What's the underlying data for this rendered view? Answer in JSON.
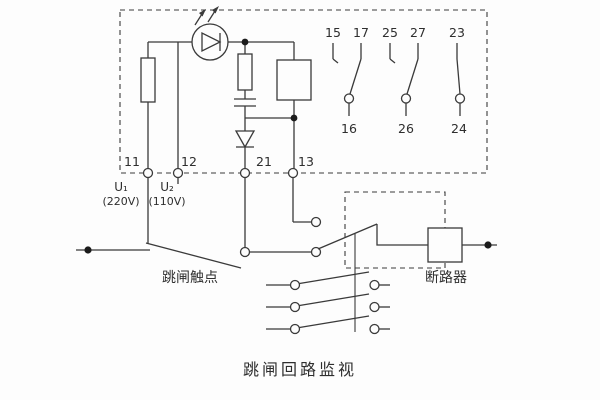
{
  "page": {
    "caption": "跳闸回路监视",
    "background": "#fdfdfd"
  },
  "colors": {
    "wire": "#3a3a3a",
    "dot": "#1b1b1b",
    "text": "#2e2e2e"
  },
  "monitor_unit": {
    "terminals": {
      "t11": "11",
      "t12": "12",
      "t21": "21",
      "t13": "13"
    },
    "inputs": {
      "u1": "U₁",
      "u1_voltage": "(220V)",
      "u2": "U₂",
      "u2_voltage": "(110V)"
    },
    "output_contacts": {
      "top": {
        "c15": "15",
        "c17": "17",
        "c25": "25",
        "c27": "27",
        "c23": "23"
      },
      "bottom": {
        "c16": "16",
        "c26": "26",
        "c24": "24"
      }
    },
    "symbols": [
      "led-indicator",
      "resistor",
      "resistor",
      "capacitor",
      "diode",
      "relay-coil"
    ]
  },
  "field_circuit": {
    "trip_contact_label": "跳闸触点",
    "breaker_label": "断路器",
    "symbols": [
      "trip-contact-switch",
      "breaker-aux-switch",
      "trip-coil",
      "aux-contact-row",
      "aux-contact-row",
      "aux-contact-row"
    ]
  }
}
